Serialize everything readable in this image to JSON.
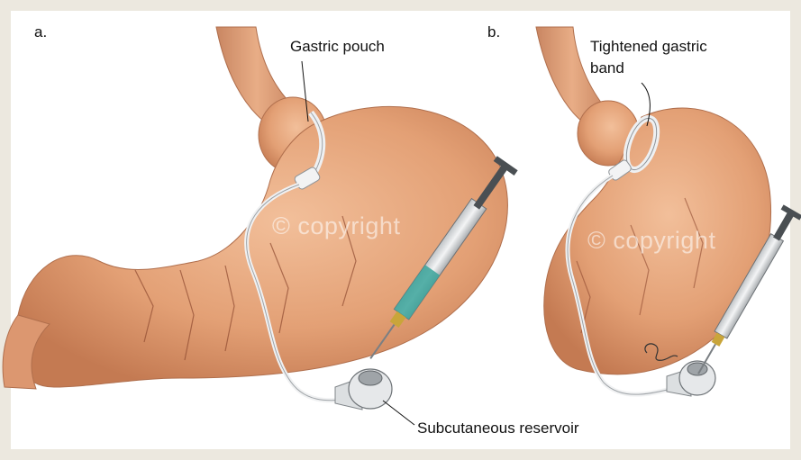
{
  "panels": [
    {
      "letter": "a."
    },
    {
      "letter": "b."
    }
  ],
  "labels": {
    "gastric_pouch": "Gastric pouch",
    "tightened_band_line1": "Tightened gastric",
    "tightened_band_line2": "band",
    "subcutaneous_reservoir": "Subcutaneous reservoir"
  },
  "watermark": "© copyright",
  "colors": {
    "stomach": "#e3a075",
    "stomach_shade": "#c97f57",
    "background_frame": "#ece8df",
    "syringe_fluid": "#3aa39a"
  }
}
